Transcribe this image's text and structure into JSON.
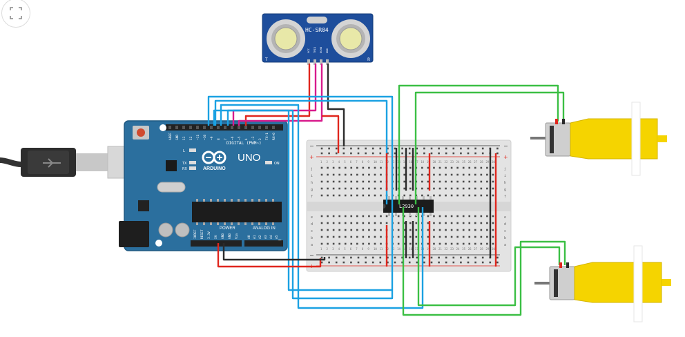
{
  "toolbar": {
    "fit_icon": "fit-to-view-icon"
  },
  "sensor": {
    "model": "HC-SR04",
    "pins": [
      "VCC",
      "TRIG",
      "ECHO",
      "GND"
    ],
    "t_label": "T",
    "r_label": "R"
  },
  "arduino": {
    "logo_text": "UNO",
    "brand": "ARDUINO",
    "digital_header": "DIGITAL (PWM~)",
    "power_header": "POWER",
    "analog_header": "ANALOG IN",
    "led_l": "L",
    "led_tx": "TX",
    "led_rx": "RX",
    "on_label": "ON",
    "top_pins": [
      "AREF",
      "GND",
      "13",
      "12",
      "~11",
      "~10",
      "~9",
      "8",
      "7",
      "~6",
      "~5",
      "4",
      "~3",
      "2",
      "TX→1",
      "RX←0"
    ],
    "power_pins": [
      "IOREF",
      "RESET",
      "3.3V",
      "5V",
      "GND",
      "GND",
      "Vin"
    ],
    "analog_pins": [
      "A0",
      "A1",
      "A2",
      "A3",
      "A4",
      "A5"
    ]
  },
  "breadboard": {
    "row_letters_top": [
      "j",
      "i",
      "h",
      "g",
      "f"
    ],
    "row_letters_bottom": [
      "e",
      "d",
      "c",
      "b",
      "a"
    ],
    "col_numbers": [
      "1",
      "2",
      "3",
      "4",
      "5",
      "6",
      "7",
      "8",
      "9",
      "10",
      "11",
      "12",
      "13",
      "14",
      "15",
      "16",
      "17",
      "18",
      "19",
      "20",
      "21",
      "22",
      "23",
      "24",
      "25",
      "26",
      "27",
      "28",
      "29",
      "30"
    ],
    "rail_plus": "+",
    "rail_minus": "−"
  },
  "chip": {
    "label": "L2930"
  },
  "colors": {
    "wire_red": "#e0261d",
    "wire_black": "#2b2b2b",
    "wire_blue": "#1ba1e2",
    "wire_green": "#3bbf44",
    "wire_magenta": "#d81b8c",
    "arduino_blue": "#2b6f9e",
    "sensor_blue": "#1e4e9c",
    "motor_yellow": "#f5d400"
  }
}
